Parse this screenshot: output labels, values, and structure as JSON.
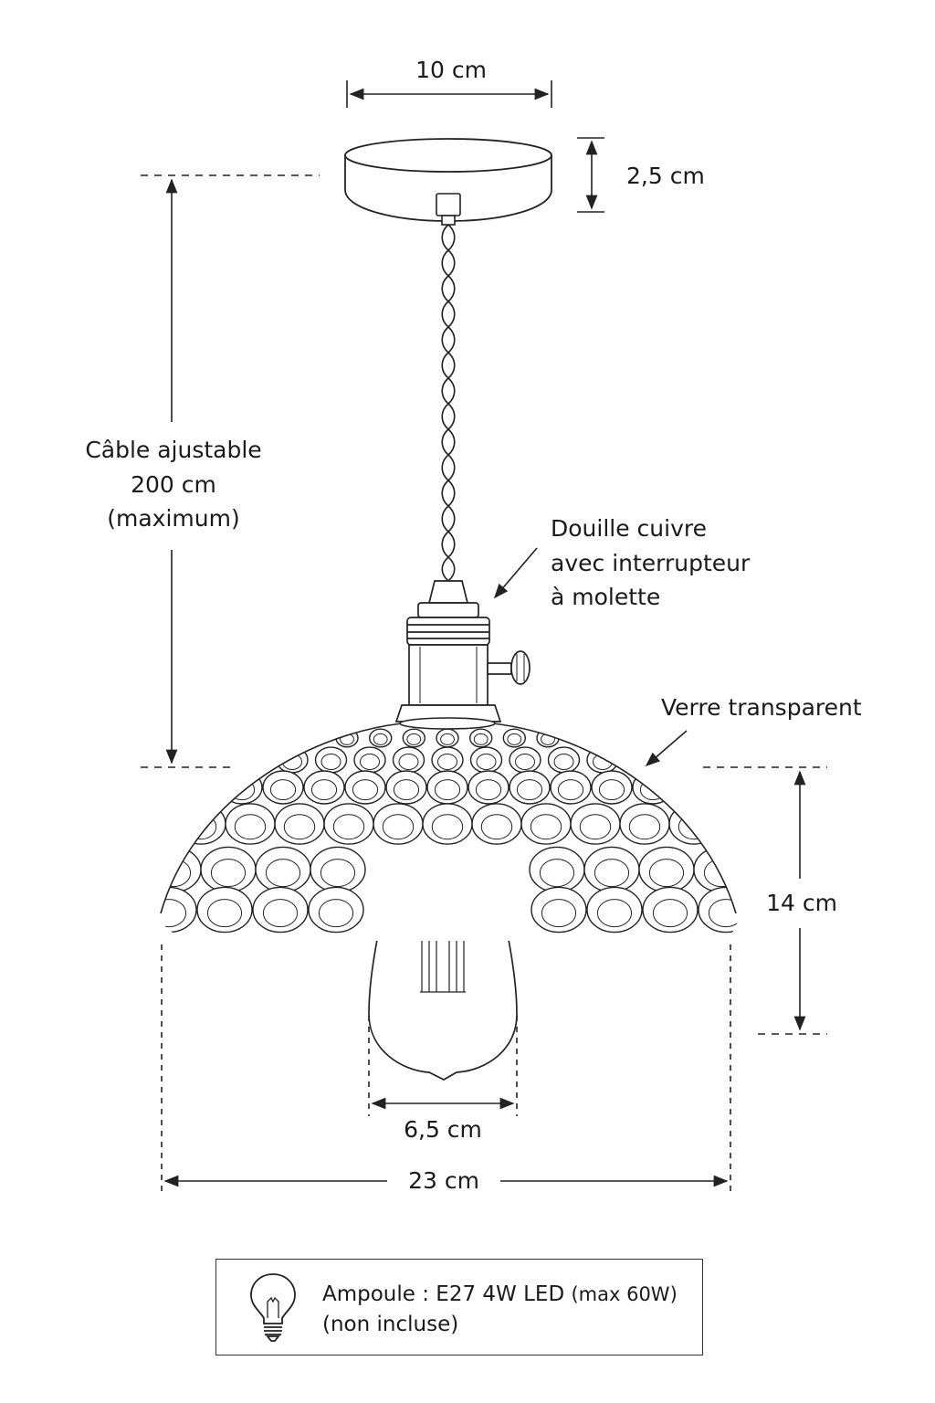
{
  "dimensions": {
    "canopy_width": "10 cm",
    "canopy_height": "2,5 cm",
    "cable_line1": "Câble ajustable",
    "cable_line2": "200 cm",
    "cable_line3": "(maximum)",
    "shade_height": "14 cm",
    "bulb_width": "6,5 cm",
    "shade_width": "23 cm"
  },
  "callouts": {
    "socket_line1": "Douille cuivre",
    "socket_line2": "avec interrupteur",
    "socket_line3": "à molette",
    "glass": "Verre transparent"
  },
  "note": {
    "line1_main": "Ampoule : E27 4W LED",
    "line1_small": "(max 60W)",
    "line2": "(non incluse)",
    "icon": "lightbulb-icon"
  }
}
